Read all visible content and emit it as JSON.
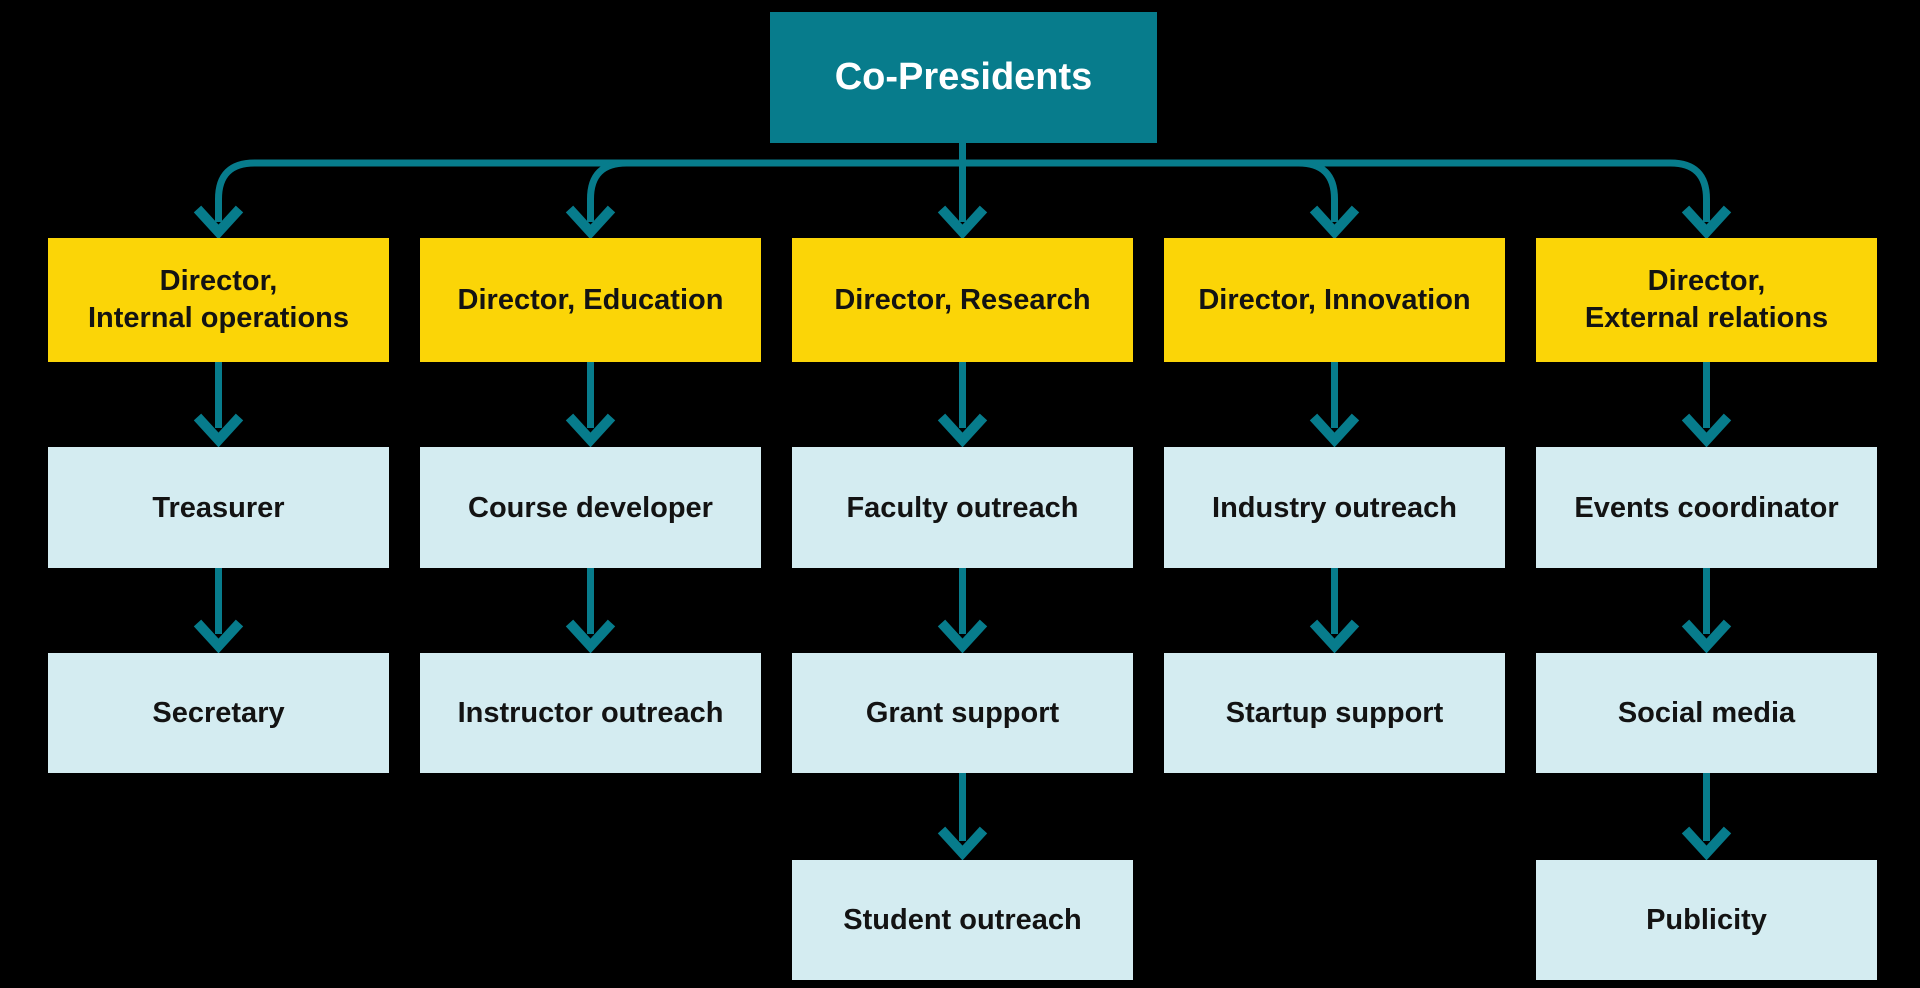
{
  "palette": {
    "teal": "#077c8c",
    "yellow": "#fbd507",
    "light_blue": "#d4ecf1",
    "dark_text": "#131313",
    "light_text": "#ffffff",
    "background": "#000000"
  },
  "root": {
    "label": "Co-Presidents"
  },
  "columns": [
    {
      "id": "internal-operations",
      "director_lines": [
        "Director,",
        "Internal operations"
      ],
      "reports": [
        "Treasurer",
        "Secretary"
      ]
    },
    {
      "id": "education",
      "director_lines": [
        "Director, Education"
      ],
      "reports": [
        "Course developer",
        "Instructor outreach"
      ]
    },
    {
      "id": "research",
      "director_lines": [
        "Director, Research"
      ],
      "reports": [
        "Faculty outreach",
        "Grant support",
        "Student outreach"
      ]
    },
    {
      "id": "innovation",
      "director_lines": [
        "Director, Innovation"
      ],
      "reports": [
        "Industry outreach",
        "Startup support"
      ]
    },
    {
      "id": "external-relations",
      "director_lines": [
        "Director,",
        "External relations"
      ],
      "reports": [
        "Events coordinator",
        "Social media",
        "Publicity"
      ]
    }
  ]
}
